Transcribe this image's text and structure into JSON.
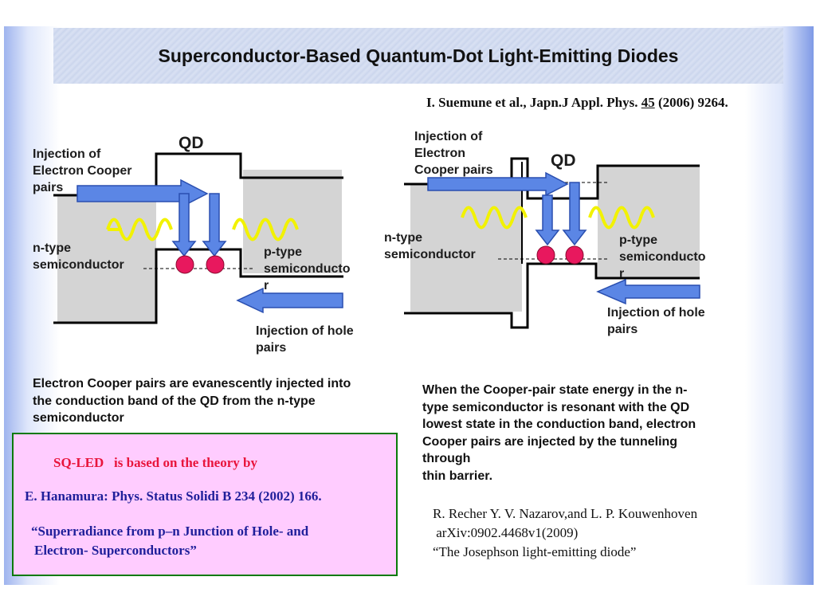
{
  "title": "Superconductor-Based Quantum-Dot Light-Emitting Diodes",
  "reference_top": {
    "prefix": "I. Suemune et al., Japn.J Appl. Phys. ",
    "volume": "45",
    "suffix": " (2006) 9264."
  },
  "diagram_left": {
    "qd_label": "QD",
    "injection_electron": "Injection of\nElectron Cooper\npairs",
    "n_type": "n-type\nsemiconductor",
    "p_type": "p-type\nsemiconducto\nr",
    "injection_hole": "Injection of hole\npairs"
  },
  "diagram_right": {
    "qd_label": "QD",
    "injection_electron": "Injection of\nElectron\nCooper pairs",
    "n_type": "n-type\nsemiconductor",
    "p_type": "p-type\nsemiconducto\nr",
    "injection_hole": "Injection of hole\npairs"
  },
  "caption_left": "Electron Cooper pairs are evanescently injected into the conduction band of the QD from the n-type semiconductor",
  "caption_right_lines": [
    "When the Cooper-pair state energy in the n-",
    "type semiconductor is resonant with the QD",
    "lowest state in the conduction band, electron",
    "Cooper pairs are injected by the tunneling",
    "through",
    "thin barrier."
  ],
  "pink_box": {
    "line1": "SQ-LED   is based on the theory by",
    "line2": "E. Hanamura: Phys. Status Solidi B 234 (2002) 166.",
    "line3": "“Superradiance from p–n Junction of Hole- and",
    "line4": "Electron- Superconductors”"
  },
  "refs_bottom": {
    "line1": "R. Recher Y. V. Nazarov,and L. P. Kouwenhoven",
    "line2": " arXiv:0902.4468v1(2009)",
    "line3": "“The Josephson light-emitting diode”"
  },
  "colors": {
    "arrow_fill": "#5b86e5",
    "arrow_stroke": "#2a4fb0",
    "photon": "#f2f200",
    "dot": "#e8185e",
    "semiconductor": "#d4d4d4",
    "pink_text": "#e8143c",
    "navy_text": "#1f1f9a"
  }
}
